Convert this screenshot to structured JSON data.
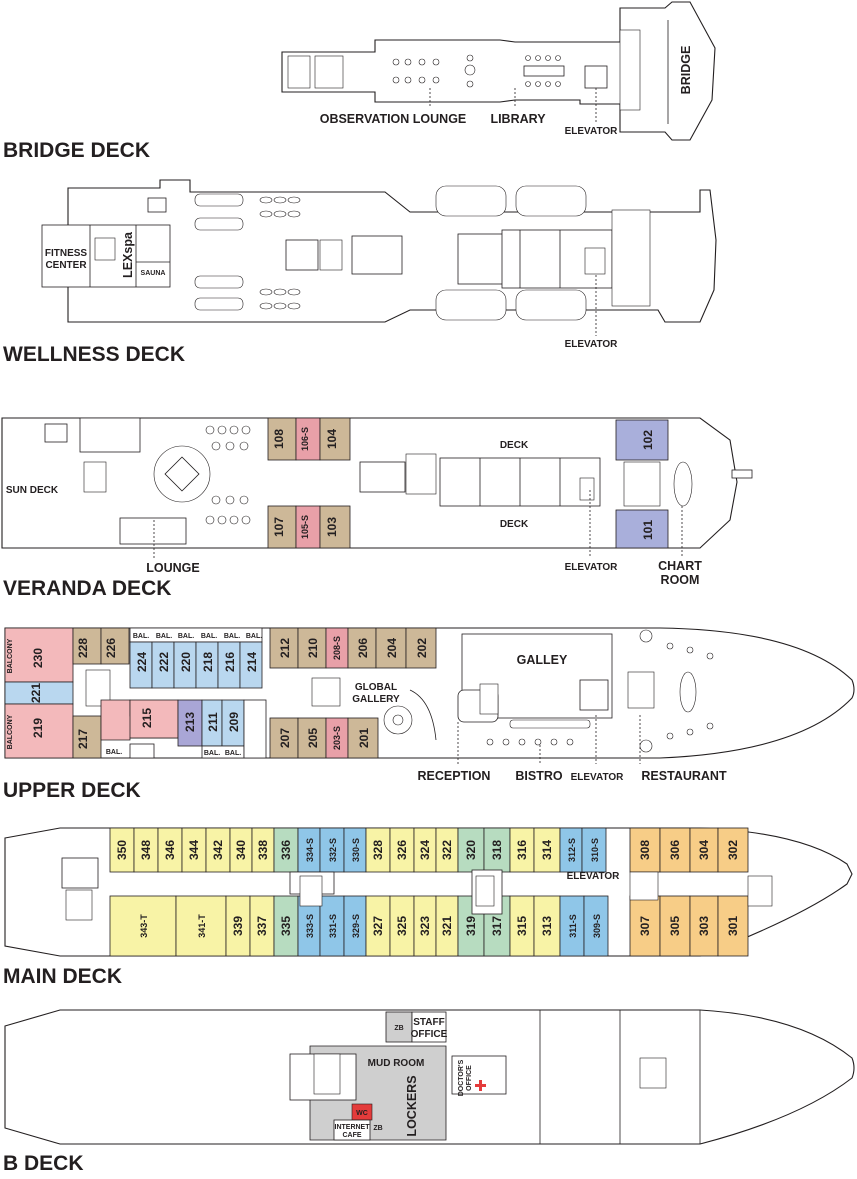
{
  "decks": {
    "bridge": {
      "title": "BRIDGE DECK",
      "labels": {
        "observation_lounge": "OBSERVATION LOUNGE",
        "library": "LIBRARY",
        "elevator": "ELEVATOR",
        "bridge": "BRIDGE"
      }
    },
    "wellness": {
      "title": "WELLNESS DECK",
      "labels": {
        "fitness": "FITNESS",
        "center": "CENTER",
        "lexspa": "LEXspa",
        "sauna": "SAUNA",
        "elevator": "ELEVATOR"
      }
    },
    "veranda": {
      "title": "VERANDA DECK",
      "labels": {
        "sun_deck": "SUN DECK",
        "lounge": "LOUNGE",
        "deck_top": "DECK",
        "deck_bottom": "DECK",
        "elevator": "ELEVATOR",
        "chart": "CHART",
        "room": "ROOM"
      },
      "cabins": [
        "108",
        "106-S",
        "104",
        "107",
        "105-S",
        "103",
        "102",
        "101"
      ]
    },
    "upper": {
      "title": "UPPER DECK",
      "labels": {
        "galley": "GALLEY",
        "global": "GLOBAL",
        "gallery": "GALLERY",
        "reception": "RECEPTION",
        "bistro": "BISTRO",
        "elevator": "ELEVATOR",
        "restaurant": "RESTAURANT",
        "balcony": "BALCONY",
        "bal": "BAL."
      },
      "cabins": [
        "230",
        "221",
        "219",
        "228",
        "226",
        "217",
        "224",
        "222",
        "220",
        "218",
        "216",
        "214",
        "215",
        "213",
        "211",
        "209",
        "212",
        "210",
        "208-S",
        "206",
        "204",
        "202",
        "207",
        "205",
        "203-S",
        "201"
      ]
    },
    "main": {
      "title": "MAIN DECK",
      "labels": {
        "elevator": "ELEVATOR"
      },
      "cabins": [
        "350",
        "348",
        "346",
        "344",
        "342",
        "340",
        "338",
        "336",
        "334-S",
        "332-S",
        "330-S",
        "328",
        "326",
        "324",
        "322",
        "320",
        "318",
        "316",
        "314",
        "312-S",
        "310-S",
        "308",
        "306",
        "304",
        "302",
        "343-T",
        "341-T",
        "339",
        "337",
        "335",
        "333-S",
        "331-S",
        "329-S",
        "327",
        "325",
        "323",
        "321",
        "319",
        "317",
        "315",
        "313",
        "311-S",
        "309-S",
        "307",
        "305",
        "303",
        "301"
      ]
    },
    "b": {
      "title": "B DECK",
      "labels": {
        "zb": "ZB",
        "staff": "STAFF",
        "office": "OFFICE",
        "mud_room": "MUD ROOM",
        "lockers": "LOCKERS",
        "doctors": "DOCTOR'S",
        "doctors_office": "OFFICE",
        "wc": "WC",
        "internet": "INTERNET",
        "cafe": "CAFE",
        "zb2": "ZB"
      }
    }
  },
  "colors": {
    "veranda_suite": "#cdb898",
    "veranda_s": "#e8a0a8",
    "bow_suite": "#a9afdb",
    "upper_pink": "#f3b9bb",
    "upper_blue": "#b9d7ef",
    "upper_purple": "#a9a6d6",
    "upper_tan": "#cdb898",
    "main_yellow": "#f8f3a6",
    "main_green": "#b7dcc0",
    "main_blue": "#8fc6e8",
    "main_orange": "#f7cd87",
    "b_grey": "#cfcfcf",
    "b_red": "#e43b3b"
  }
}
